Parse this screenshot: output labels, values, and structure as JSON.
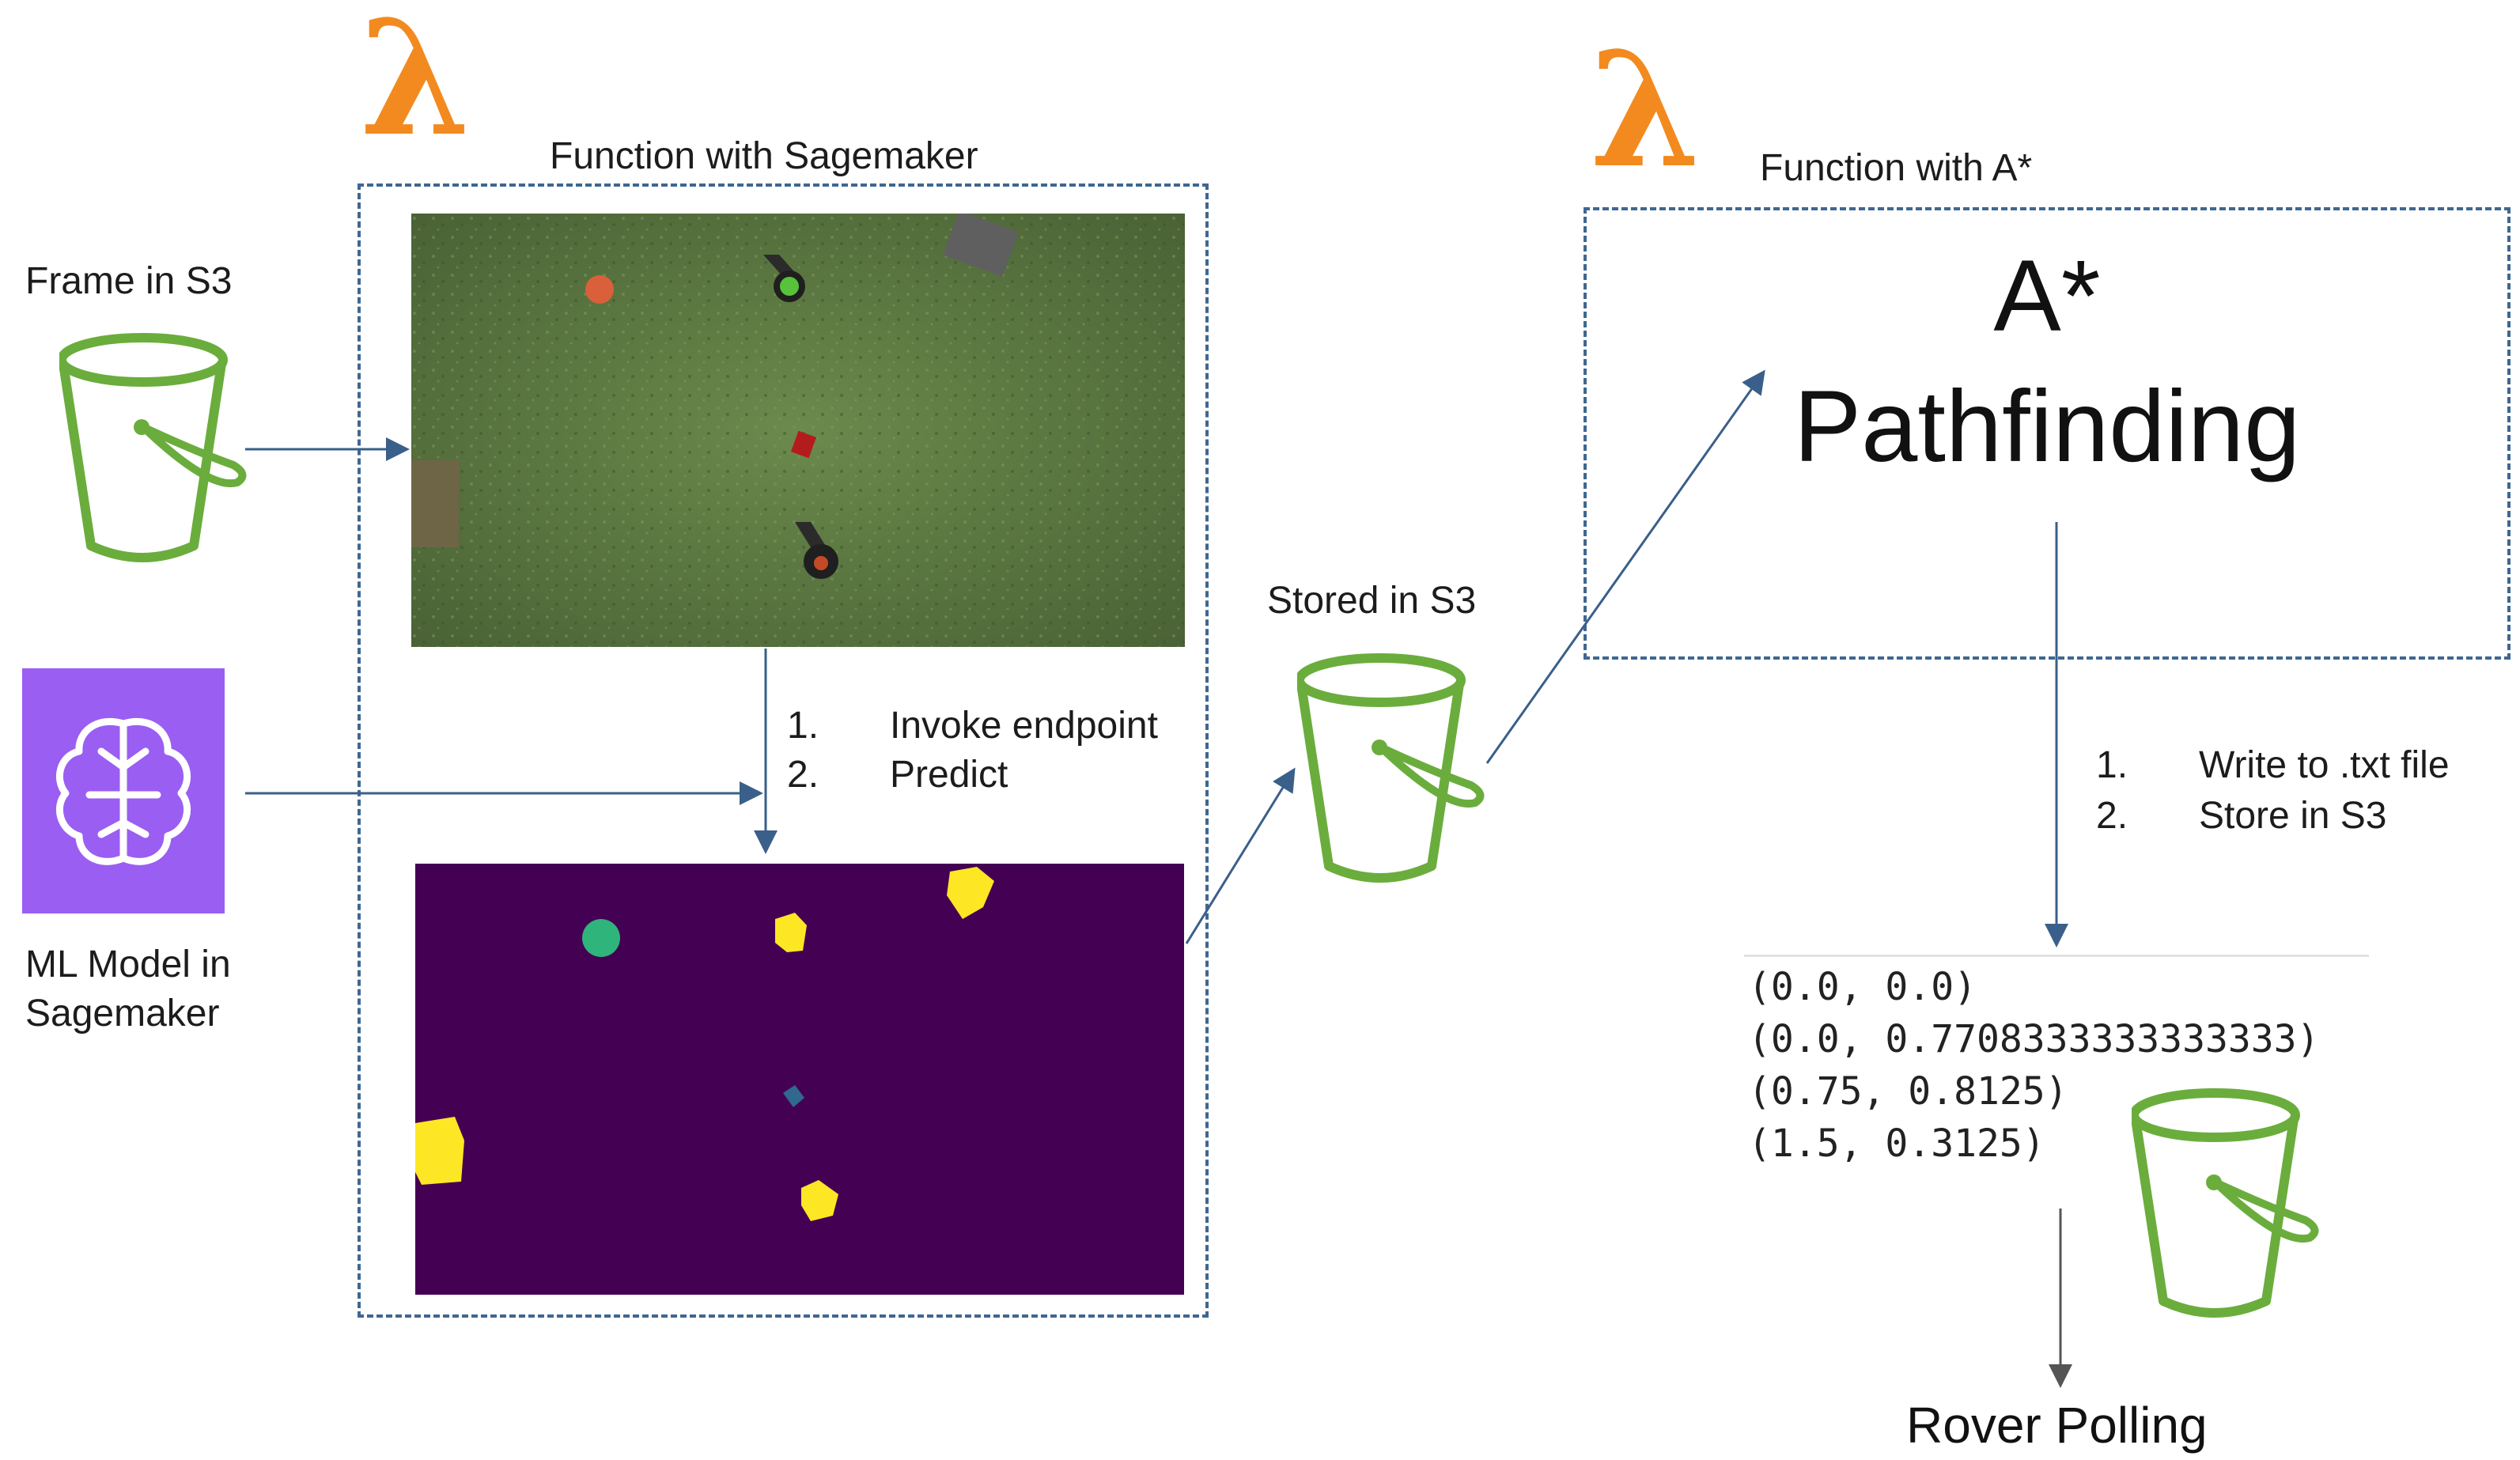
{
  "left_function": {
    "lambda_symbol": "λ",
    "label": "Function with Sagemaker"
  },
  "right_function": {
    "lambda_symbol": "λ",
    "label": "Function with A*"
  },
  "frame": {
    "label": "Frame in S3"
  },
  "ml_model": {
    "label_line1": "ML Model in",
    "label_line2": "Sagemaker"
  },
  "steps_left": [
    {
      "num": "1.",
      "text": "Invoke endpoint"
    },
    {
      "num": "2.",
      "text": "Predict"
    }
  ],
  "stored": {
    "label": "Stored in S3"
  },
  "astar": {
    "line1": "A*",
    "line2": "Pathfinding"
  },
  "steps_right": [
    {
      "num": "1.",
      "text": "Write to .txt file"
    },
    {
      "num": "2.",
      "text": "Store in S3"
    }
  ],
  "path_output": [
    "(0.0, 0.0)",
    "(0.0, 0.7708333333333333)",
    "(0.75, 0.8125)",
    "(1.5, 0.3125)"
  ],
  "rover": {
    "label": "Rover Polling"
  },
  "colors": {
    "lambda": "#f38a1f",
    "s3_bucket": "#6aad3d",
    "sagemaker_bg": "#9a5ef2",
    "dashed_border": "#3f6791",
    "arrow": "#3a5f8a",
    "segmentation_bg": "#440154",
    "seg_yellow": "#fde725",
    "seg_green": "#2fb47c",
    "seg_blue": "#31688e",
    "grass": "#5a7440"
  },
  "icons": [
    "lambda-icon",
    "s3-bucket-icon",
    "sagemaker-brain-icon"
  ]
}
